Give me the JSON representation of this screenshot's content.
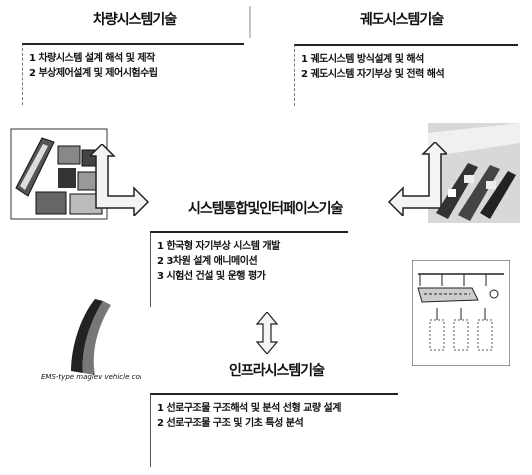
{
  "sections": {
    "top_left": {
      "title": "차량시스템기술",
      "items": [
        "1 차량시스템 설계 해석 및 제작",
        "2 부상제어설계 및 제어시험수립"
      ]
    },
    "top_right": {
      "title": "궤도시스템기술",
      "items": [
        "1 궤도시스템 방식설계 및 해석",
        "2 궤도시스템 자기부상 및 전력 해석"
      ]
    },
    "center": {
      "title": "시스템통합및인터페이스기술",
      "items": [
        "1 한국형 자기부상 시스템 개발",
        "2 3차원 설계 애니메이션",
        "3 시험선 건설 및 운행 평가"
      ]
    },
    "bottom": {
      "title": "인프라시스템기술",
      "items": [
        "1 선로구조물 구조해석 및 분석 선형 교량 설계",
        "2 선로구조물 구조 및 기초 특성 분석"
      ]
    }
  },
  "images": {
    "vehicle_caption": "EMS-type maglev vehicle concept"
  },
  "colors": {
    "arrow_fill": "#f4f4f4",
    "arrow_stroke": "#222222"
  }
}
